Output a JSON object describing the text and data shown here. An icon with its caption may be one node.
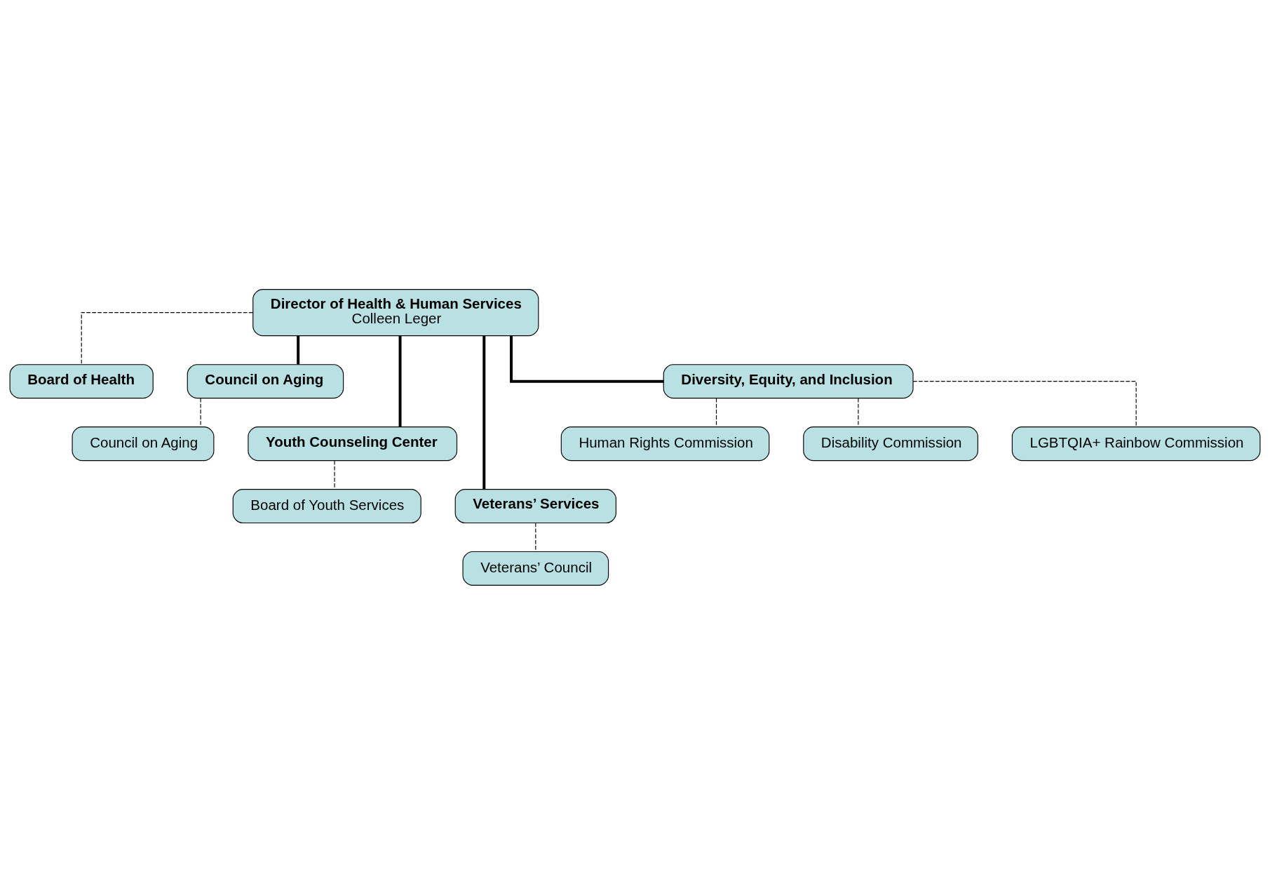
{
  "diagram": {
    "nodes": [
      {
        "text": [
          "Director of Health & Human Services",
          "Colleen Leger"
        ]
      },
      {
        "text": [
          "Board of Health"
        ]
      },
      {
        "text": [
          "Council on Aging"
        ]
      },
      {
        "text": [
          "Council on Aging"
        ]
      },
      {
        "text": [
          "Youth Counseling Center"
        ]
      },
      {
        "text": [
          "Board of Youth Services"
        ]
      },
      {
        "text": [
          "Veterans’ Services"
        ]
      },
      {
        "text": [
          "Veterans’ Council"
        ]
      },
      {
        "text": [
          "Diversity, Equity, and Inclusion"
        ]
      },
      {
        "text": [
          "Human Rights Commission"
        ]
      },
      {
        "text": [
          "Disability Commission"
        ]
      },
      {
        "text": [
          "LGBTQIA+ Rainbow Commission"
        ]
      }
    ],
    "edges": [
      {
        "from": 0,
        "to": 1,
        "arrow": "none",
        "style": "dashed"
      },
      {
        "from": 0,
        "to": 2,
        "arrow": "none",
        "style": "thick"
      },
      {
        "from": 2,
        "to": 3,
        "arrow": "none",
        "style": "dashed"
      },
      {
        "from": 0,
        "to": 4,
        "arrow": "none",
        "style": "thick"
      },
      {
        "from": 4,
        "to": 5,
        "arrow": "none",
        "style": "dashed"
      },
      {
        "from": 0,
        "to": 6,
        "arrow": "none",
        "style": "thick"
      },
      {
        "from": 6,
        "to": 7,
        "arrow": "none",
        "style": "dashed"
      },
      {
        "from": 0,
        "to": 8,
        "arrow": "none",
        "style": "thick"
      },
      {
        "from": 8,
        "to": 9,
        "arrow": "none",
        "style": "dashed"
      },
      {
        "from": 8,
        "to": 10,
        "arrow": "none",
        "style": "dashed"
      },
      {
        "from": 8,
        "to": 11,
        "arrow": "none",
        "style": "dashed"
      }
    ]
  }
}
